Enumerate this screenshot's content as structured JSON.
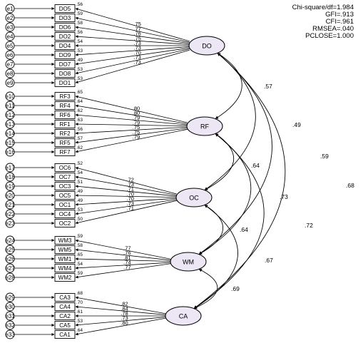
{
  "fit_indices": [
    "Chi-square/df=1.984",
    "GFI=.913",
    "CFI=.961",
    "RMSEA=.040",
    "PCLOSE=1.000"
  ],
  "latents": [
    {
      "id": "DO",
      "label": "DO"
    },
    {
      "id": "RF",
      "label": "RF"
    },
    {
      "id": "OC",
      "label": "OC"
    },
    {
      "id": "WM",
      "label": "WM"
    },
    {
      "id": "CA",
      "label": "CA"
    }
  ],
  "indicators": [
    {
      "label": "DO5",
      "error": "e1",
      "latent": "DO",
      "loading": ".75",
      "r2": ".56"
    },
    {
      "label": "DO3",
      "error": "e2",
      "latent": "DO",
      "loading": ".77",
      "r2": ".59"
    },
    {
      "label": "DO6",
      "error": "e3",
      "latent": "DO",
      "loading": ".76",
      "r2": ".58"
    },
    {
      "label": "DO2",
      "error": "e4",
      "latent": "DO",
      "loading": ".75",
      "r2": ".56"
    },
    {
      "label": "DO4",
      "error": "e5",
      "latent": "DO",
      "loading": ".73",
      "r2": ".54"
    },
    {
      "label": "DO9",
      "error": "e6",
      "latent": "DO",
      "loading": ".73",
      "r2": ".53"
    },
    {
      "label": "DO7",
      "error": "e7",
      "latent": "DO",
      "loading": ".70",
      "r2": ".49"
    },
    {
      "label": "DO8",
      "error": "e8",
      "latent": "DO",
      "loading": ".73",
      "r2": ".53"
    },
    {
      "label": "DO1",
      "error": "e9",
      "latent": "DO",
      "loading": ".73",
      "r2": ".53"
    },
    {
      "label": "RF3",
      "error": "e10",
      "latent": "RF",
      "loading": ".80",
      "r2": ".65"
    },
    {
      "label": "RF4",
      "error": "e11",
      "latent": "RF",
      "loading": ".80",
      "r2": ".64"
    },
    {
      "label": "RF6",
      "error": "e12",
      "latent": "RF",
      "loading": ".79",
      "r2": ".62"
    },
    {
      "label": "RF1",
      "error": "e13",
      "latent": "RF",
      "loading": ".79",
      "r2": ".63"
    },
    {
      "label": "RF2",
      "error": "e14",
      "latent": "RF",
      "loading": ".75",
      "r2": ".56"
    },
    {
      "label": "RF5",
      "error": "e15",
      "latent": "RF",
      "loading": ".75",
      "r2": ".57"
    },
    {
      "label": "RF7",
      "error": "e16",
      "latent": "RF",
      "loading": ".79",
      "r2": ".62"
    },
    {
      "label": "OC6",
      "error": "e17",
      "latent": "OC",
      "loading": ".72",
      "r2": ".52"
    },
    {
      "label": "OC7",
      "error": "e18",
      "latent": "OC",
      "loading": ".73",
      "r2": ".54"
    },
    {
      "label": "OC3",
      "error": "e19",
      "latent": "OC",
      "loading": ".71",
      "r2": ".51"
    },
    {
      "label": "OC5",
      "error": "e20",
      "latent": "OC",
      "loading": ".70",
      "r2": ".49"
    },
    {
      "label": "OC1",
      "error": "e21",
      "latent": "OC",
      "loading": ".70",
      "r2": ".49"
    },
    {
      "label": "OC4",
      "error": "e22",
      "latent": "OC",
      "loading": ".73",
      "r2": ".53"
    },
    {
      "label": "OC2",
      "error": "e23",
      "latent": "OC",
      "loading": ".71",
      "r2": ".50"
    },
    {
      "label": "WM3",
      "error": "e24",
      "latent": "WM",
      "loading": ".77",
      "r2": ".59"
    },
    {
      "label": "WM5",
      "error": "e25",
      "latent": "WM",
      "loading": ".76",
      "r2": ".58"
    },
    {
      "label": "WM1",
      "error": "e26",
      "latent": "WM",
      "loading": ".81",
      "r2": ".65"
    },
    {
      "label": "WM4",
      "error": "e27",
      "latent": "WM",
      "loading": ".74",
      "r2": ".54"
    },
    {
      "label": "WM2",
      "error": "e28",
      "latent": "WM",
      "loading": ".77",
      "r2": ".59"
    },
    {
      "label": "CA3",
      "error": "e29",
      "latent": "CA",
      "loading": ".82",
      "r2": ".68"
    },
    {
      "label": "CA4",
      "error": "e30",
      "latent": "CA",
      "loading": ".84",
      "r2": ".70"
    },
    {
      "label": "CA2",
      "error": "e31",
      "latent": "CA",
      "loading": ".78",
      "r2": ".61"
    },
    {
      "label": "CA5",
      "error": "e32",
      "latent": "CA",
      "loading": ".73",
      "r2": ".53"
    },
    {
      "label": "CA1",
      "error": "e33",
      "latent": "CA",
      "loading": ".80",
      "r2": ".64"
    }
  ],
  "correlations": [
    {
      "from": "DO",
      "to": "RF",
      "value": ".57"
    },
    {
      "from": "DO",
      "to": "OC",
      "value": ".49"
    },
    {
      "from": "DO",
      "to": "WM",
      "value": ".59"
    },
    {
      "from": "DO",
      "to": "CA",
      "value": ".68"
    },
    {
      "from": "RF",
      "to": "OC",
      "value": ".64"
    },
    {
      "from": "RF",
      "to": "WM",
      "value": ".73"
    },
    {
      "from": "RF",
      "to": "CA",
      "value": ".72"
    },
    {
      "from": "OC",
      "to": "WM",
      "value": ".64"
    },
    {
      "from": "OC",
      "to": "CA",
      "value": ".67"
    },
    {
      "from": "WM",
      "to": "CA",
      "value": ".69"
    }
  ],
  "colors": {
    "latent_fill": "#ece6f5",
    "stroke": "#000000",
    "background": "#ffffff"
  }
}
